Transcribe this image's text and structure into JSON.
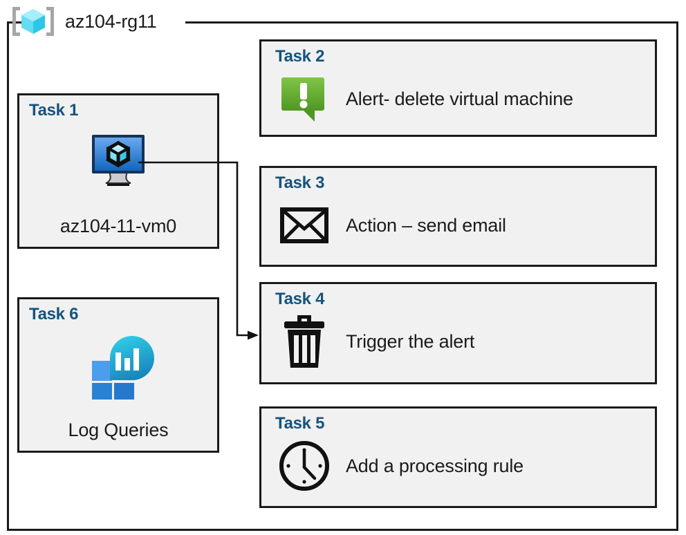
{
  "diagram": {
    "container": {
      "title": "az104-rg11",
      "icon": "resource-group-icon",
      "border_color": "#1a1a1a"
    },
    "accent_color": "#15537e",
    "box_fill": "#f1f1f1",
    "tasks": [
      {
        "id": "task-1",
        "label": "Task 1",
        "caption": "az104-11-vm0",
        "icon": "virtual-machine-icon",
        "layout": "vertical",
        "icon_colors": {
          "screen_top": "#63a4ec",
          "screen_bottom": "#1268c0",
          "stand": "#c9cdd1"
        }
      },
      {
        "id": "task-2",
        "label": "Task 2",
        "caption": "Alert- delete virtual machine",
        "icon": "alert-callout-icon",
        "layout": "horizontal",
        "icon_colors": {
          "fill_top": "#7cc242",
          "fill_bottom": "#539a26"
        }
      },
      {
        "id": "task-3",
        "label": "Task 3",
        "caption": "Action – send email",
        "icon": "envelope-icon",
        "layout": "horizontal",
        "icon_colors": {
          "stroke": "#111111"
        }
      },
      {
        "id": "task-4",
        "label": "Task 4",
        "caption": "Trigger the alert",
        "icon": "trash-delete-icon",
        "layout": "horizontal",
        "icon_colors": {
          "fill": "#111111"
        }
      },
      {
        "id": "task-5",
        "label": "Task 5",
        "caption": "Add a processing rule",
        "icon": "clock-icon",
        "layout": "horizontal",
        "icon_colors": {
          "stroke": "#111111"
        }
      },
      {
        "id": "task-6",
        "label": "Task 6",
        "caption": "Log Queries",
        "icon": "log-analytics-icon",
        "layout": "vertical",
        "icon_colors": {
          "blob_top": "#2ec9e8",
          "blob_bottom": "#1b87ba",
          "square_light": "#4d9ded",
          "square_dark": "#2b82d4"
        }
      }
    ],
    "connector": {
      "from": "task-1",
      "to": "task-4",
      "style": "elbow-arrow",
      "color": "#111111"
    }
  }
}
